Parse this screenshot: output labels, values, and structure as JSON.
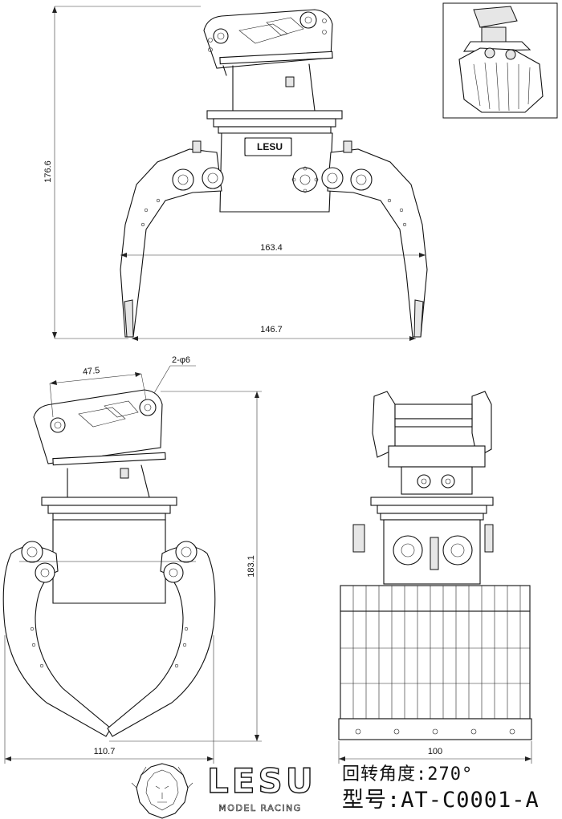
{
  "dimensions": {
    "height_top": "176.6",
    "span_open": "163.4",
    "tip_span": "146.7",
    "pin_spacing": "47.5",
    "pin_holes": "2-φ6",
    "height_front": "183.1",
    "width_closed": "110.7",
    "width_side": "100"
  },
  "badge_text": "LESU",
  "badge_sub": "MODEL RACING",
  "brand": {
    "name": "LESU",
    "subtitle": "MODEL RACING",
    "logo_icon": "lion-head-icon"
  },
  "info": {
    "rotation_line": "回转角度:270°",
    "model_line": "型号:AT-C0001-A"
  }
}
